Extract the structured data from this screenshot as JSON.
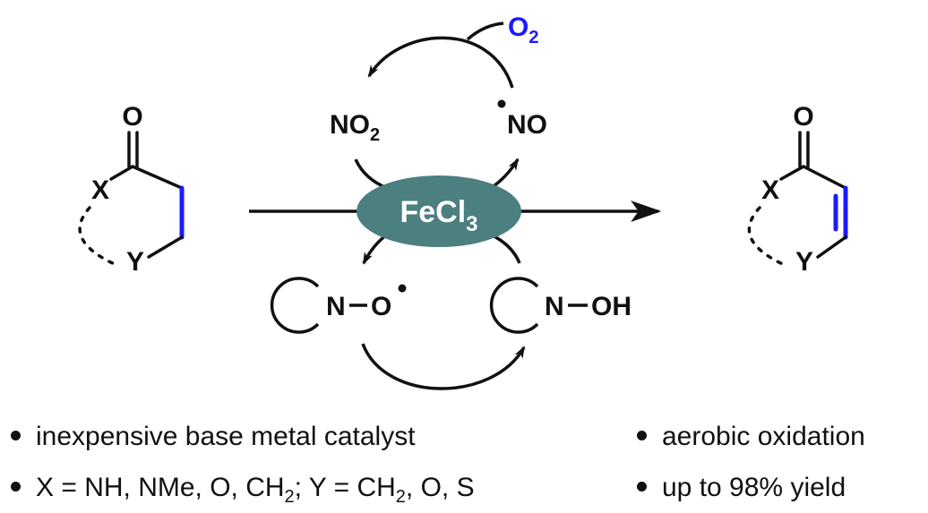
{
  "colors": {
    "ink": "#111111",
    "blue_bond": "#1a1aff",
    "o2_text": "#1a1aff",
    "catalyst_fill": "#4c7f7f",
    "catalyst_text": "#ffffff"
  },
  "reactant": {
    "carbonyl_o": "O",
    "x": "X",
    "y": "Y"
  },
  "product": {
    "carbonyl_o": "O",
    "x": "X",
    "y": "Y"
  },
  "cycle": {
    "o2": {
      "main": "O",
      "sub": "2"
    },
    "no2": {
      "main": "NO",
      "sub": "2"
    },
    "no_radical": "NO",
    "catalyst": {
      "main": "FeCl",
      "sub": "3"
    },
    "nitroxyl": {
      "n": "N",
      "dash": "–",
      "o": "O"
    },
    "hydroxylamine": {
      "n": "N",
      "dash": "–",
      "oh": "OH"
    }
  },
  "bullets": {
    "b1": "inexpensive base metal catalyst",
    "b2_pre": "X = NH, NMe, O, CH",
    "b2_sub1": "2",
    "b2_mid": "; Y = CH",
    "b2_sub2": "2",
    "b2_post": ", O, S",
    "b3": "aerobic oxidation",
    "b4": "up to 98% yield"
  }
}
